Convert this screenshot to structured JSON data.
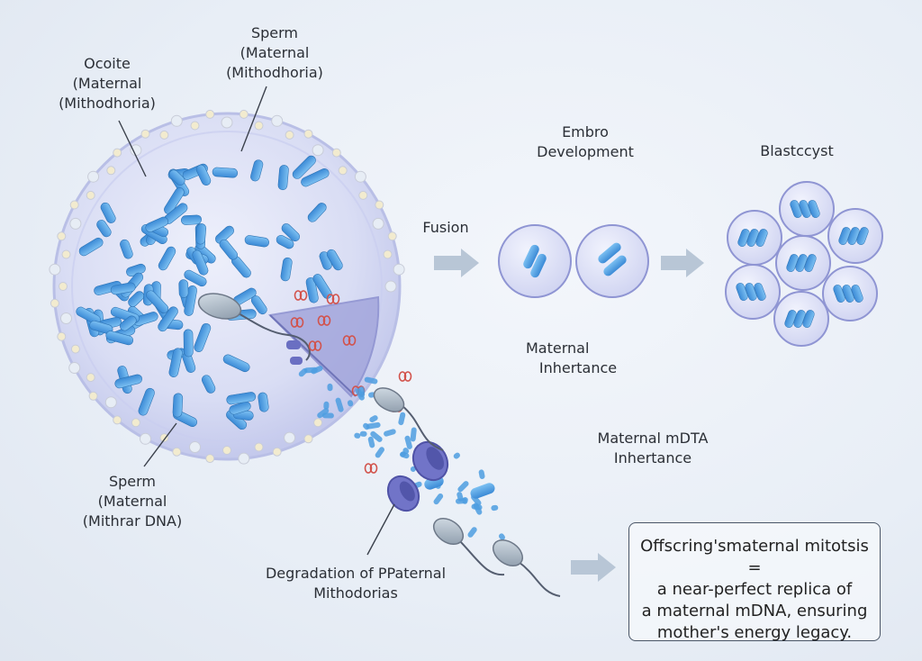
{
  "labels": {
    "oocyte": [
      "Ocoite",
      "(Maternal",
      "(Mithodhoria)"
    ],
    "sperm_top": [
      "Sperm",
      "(Maternal",
      "(Mithodhoria)"
    ],
    "sperm_bottom": [
      "Sperm",
      "(Maternal",
      "(Mithrar DNA)"
    ],
    "fusion": "Fusion",
    "embryo": [
      "Embro",
      "Development"
    ],
    "blastocyst": "Blastccyst",
    "maternal_inheritance": [
      "Maternal",
      "Inhertance"
    ],
    "maternal_mdna_inheritance": [
      "Maternal mDTA",
      "Inhertance"
    ],
    "degradation": [
      "Degradation of PPaternal",
      "Mithodorias"
    ]
  },
  "summary": {
    "lines": [
      "Offscring'smaternal mitotsis =",
      "a near-perfect replica of",
      "a maternal mDNA, ensuring",
      "mother's energy legacy."
    ]
  },
  "colors": {
    "mitochondria": "#4d9ee0",
    "membrane": "#c7cdf0",
    "cell_fill": "#dde2f7",
    "arrow": "#b8c6d6",
    "dna_red": "#d2524b"
  }
}
